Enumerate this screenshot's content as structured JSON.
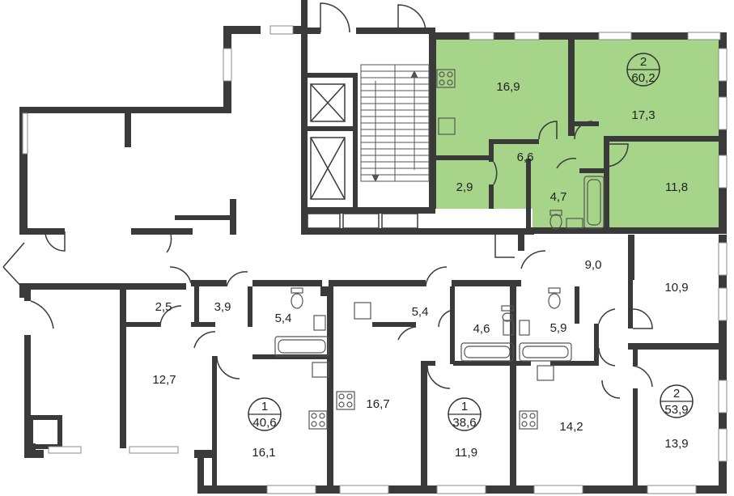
{
  "colors": {
    "wall": "#3a3a3a",
    "highlight": "#a6d489",
    "glass": "#cfcfcf",
    "fixture": "#555555"
  },
  "highlighted_apartment": {
    "rooms": "2",
    "total_area": "60,2"
  },
  "apartments": [
    {
      "id": "apt-a",
      "rooms": "1",
      "total_area": "40,6"
    },
    {
      "id": "apt-b",
      "rooms": "1",
      "total_area": "38,6"
    },
    {
      "id": "apt-c",
      "rooms": "2",
      "total_area": "53,9"
    }
  ],
  "room_areas": {
    "r1": "16,9",
    "r2": "17,3",
    "r3": "6,6",
    "r4": "2,9",
    "r5": "4,7",
    "r6": "11,8",
    "r7": "9,0",
    "r8": "10,9",
    "r9": "2,5",
    "r10": "3,9",
    "r11": "5,4",
    "r12": "5,4",
    "r13": "4,6",
    "r14": "5,9",
    "r15": "12,7",
    "r16": "16,7",
    "r17": "16,1",
    "r18": "11,9",
    "r19": "14,2",
    "r20": "13,9"
  },
  "icons": [
    "stove-icon",
    "sink-icon",
    "toilet-icon",
    "bathtub-icon",
    "elevator-icon",
    "stairs-icon",
    "door-icon",
    "window-icon"
  ]
}
